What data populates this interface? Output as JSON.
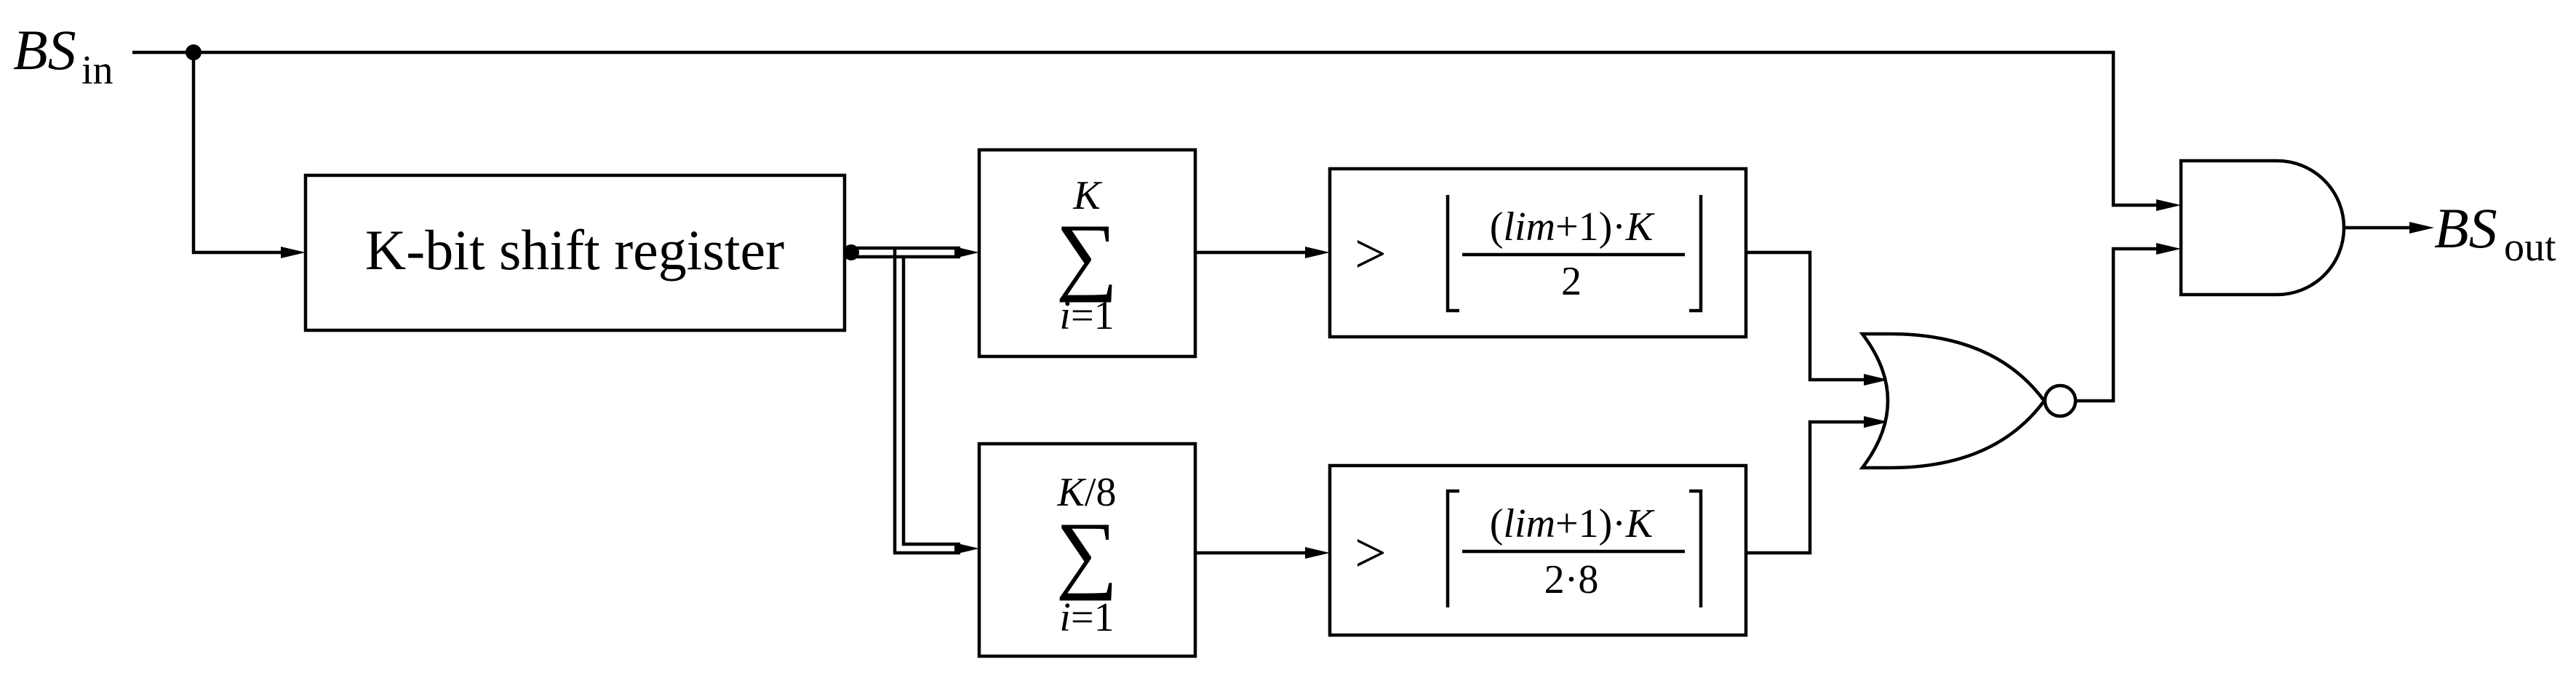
{
  "input": {
    "base": "BS",
    "sub": "in"
  },
  "output": {
    "base": "BS",
    "sub": "out"
  },
  "shift_register": {
    "label": "K-bit shift register"
  },
  "sum_full": {
    "upper": "K",
    "lower_var": "i",
    "lower_eq": "=",
    "lower_val": "1"
  },
  "sum_eighth": {
    "upper": "K",
    "upper_slash": "/",
    "upper_den": "8",
    "lower_var": "i",
    "lower_eq": "=",
    "lower_val": "1"
  },
  "threshold_floor": {
    "op": ">",
    "num_open": "(",
    "num_var": "lim",
    "num_rest": "+1)·",
    "num_k": "K",
    "den": "2"
  },
  "threshold_ceil": {
    "op": ">",
    "num_open": "(",
    "num_var": "lim",
    "num_rest": "+1)·",
    "num_k": "K",
    "den": "2·8"
  },
  "symbols": {
    "sigma": "∑"
  }
}
